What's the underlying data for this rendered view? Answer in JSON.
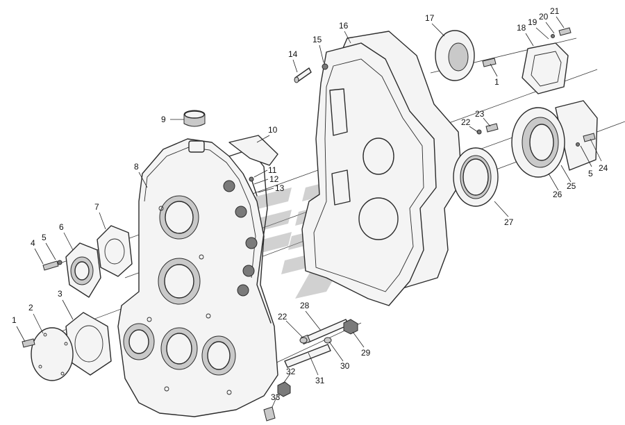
{
  "callouts": [
    {
      "label": "1"
    },
    {
      "label": "2"
    },
    {
      "label": "3"
    },
    {
      "label": "4"
    },
    {
      "label": "5"
    },
    {
      "label": "6"
    },
    {
      "label": "7"
    },
    {
      "label": "8"
    },
    {
      "label": "9"
    },
    {
      "label": "10"
    },
    {
      "label": "11"
    },
    {
      "label": "12"
    },
    {
      "label": "13"
    },
    {
      "label": "14"
    },
    {
      "label": "15"
    },
    {
      "label": "16"
    },
    {
      "label": "17"
    },
    {
      "label": "1"
    },
    {
      "label": "18"
    },
    {
      "label": "19"
    },
    {
      "label": "20"
    },
    {
      "label": "21"
    },
    {
      "label": "22"
    },
    {
      "label": "23"
    },
    {
      "label": "5"
    },
    {
      "label": "24"
    },
    {
      "label": "25"
    },
    {
      "label": "26"
    },
    {
      "label": "27"
    },
    {
      "label": "28"
    },
    {
      "label": "22"
    },
    {
      "label": "29"
    },
    {
      "label": "30"
    },
    {
      "label": "31"
    },
    {
      "label": "32"
    },
    {
      "label": "33"
    }
  ],
  "colors": {
    "line": "#2b2b2b",
    "background": "#ffffff",
    "watermark": "#9a9a9a"
  }
}
